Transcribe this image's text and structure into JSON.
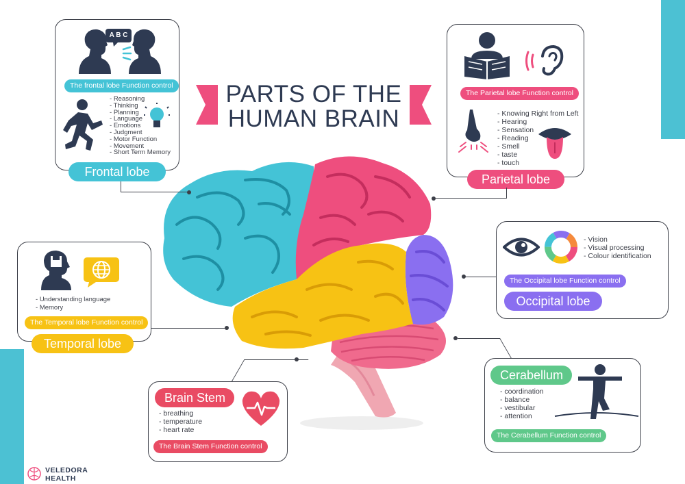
{
  "title": {
    "line1": "PARTS OF THE",
    "line2": "HUMAN BRAIN"
  },
  "colors": {
    "frontal": "#44c3d6",
    "parietal": "#ee4e7e",
    "temporal": "#f7c214",
    "occipital": "#8a6ff0",
    "cerebellum": "#5fc88a",
    "brainstem": "#e94b63",
    "dark": "#2e3a52",
    "accent": "#4cc1d3"
  },
  "frontal": {
    "name": "Frontal lobe",
    "function_label": "The frontal lobe Function control",
    "speech_text": "A B C",
    "functions": [
      "Reasoning",
      "Thinking",
      "Planning",
      "Language",
      "Emotions",
      "Judgment",
      "Motor Function",
      "Movement",
      "Short Term Memory"
    ],
    "icons": [
      "talking-heads-icon",
      "running-person-icon",
      "light-bulb-icon"
    ]
  },
  "parietal": {
    "name": "Parietal lobe",
    "function_label": "The Parietal lobe Function control",
    "functions": [
      "Knowing Right from Left",
      "Hearing",
      "Sensation",
      "Reading",
      "Smell",
      "taste",
      "touch"
    ],
    "icons": [
      "reading-person-icon",
      "ear-icon",
      "nose-icon",
      "mouth-tongue-icon"
    ]
  },
  "occipital": {
    "name": "Occipital lobe",
    "function_label": "The Occipital lobe Function control",
    "functions": [
      "Vision",
      "Visual processing",
      "Colour identification"
    ],
    "icons": [
      "eye-icon",
      "color-wheel-icon"
    ]
  },
  "temporal": {
    "name": "Temporal lobe",
    "function_label": "The Temporal lobe Function control",
    "functions": [
      "Understanding language",
      "Memory"
    ],
    "icons": [
      "head-memory-icon",
      "globe-speech-icon"
    ]
  },
  "brainstem": {
    "name": "Brain Stem",
    "function_label": "The Brain Stem Function control",
    "functions": [
      "breathing",
      "temperature",
      "heart rate"
    ],
    "icons": [
      "heart-pulse-icon"
    ]
  },
  "cerebellum": {
    "name": "Cerabellum",
    "function_label": "The Cerabellum Function control",
    "functions": [
      "coordination",
      "balance",
      "vestibular",
      "attention"
    ],
    "icons": [
      "balancing-person-icon"
    ]
  },
  "brand": {
    "line1": "VELEDORA",
    "line2": "HEALTH"
  }
}
